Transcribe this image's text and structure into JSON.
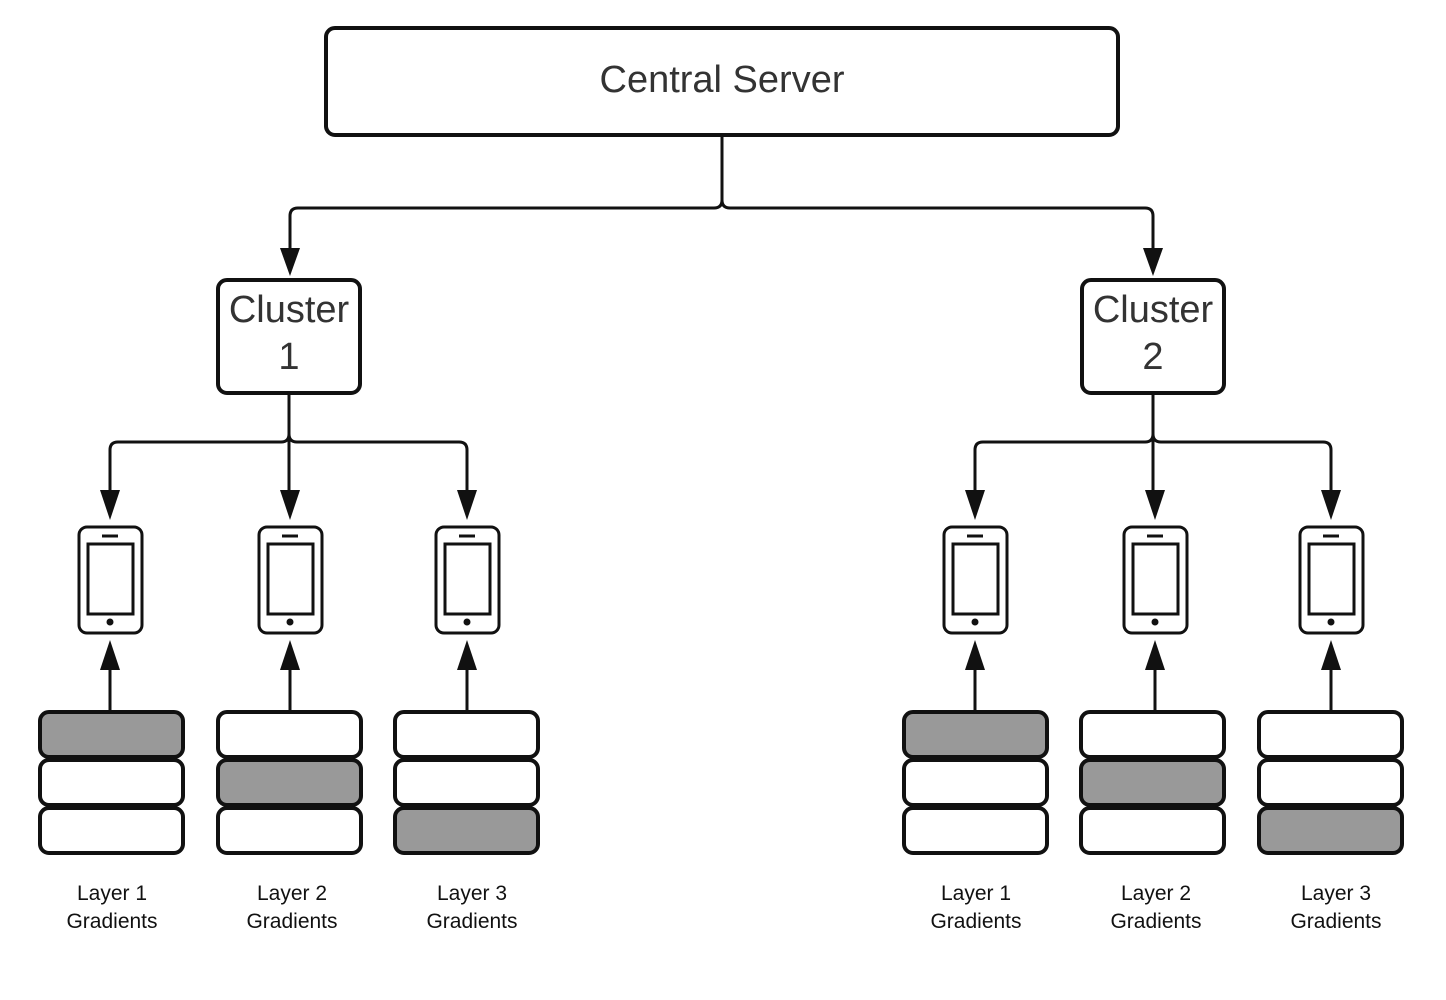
{
  "server": {
    "label": "Central Server"
  },
  "clusters": [
    {
      "line1": "Cluster",
      "line2": "1",
      "devices": [
        {
          "label_line1": "Layer 1",
          "label_line2": "Gradients",
          "highlighted_layer": 1
        },
        {
          "label_line1": "Layer 2",
          "label_line2": "Gradients",
          "highlighted_layer": 2
        },
        {
          "label_line1": "Layer 3",
          "label_line2": "Gradients",
          "highlighted_layer": 3
        }
      ]
    },
    {
      "line1": "Cluster",
      "line2": "2",
      "devices": [
        {
          "label_line1": "Layer 1",
          "label_line2": "Gradients",
          "highlighted_layer": 1
        },
        {
          "label_line1": "Layer 2",
          "label_line2": "Gradients",
          "highlighted_layer": 2
        },
        {
          "label_line1": "Layer 3",
          "label_line2": "Gradients",
          "highlighted_layer": 3
        }
      ]
    }
  ],
  "colors": {
    "highlight": "#999999",
    "plain": "#ffffff",
    "stroke": "#111111"
  }
}
